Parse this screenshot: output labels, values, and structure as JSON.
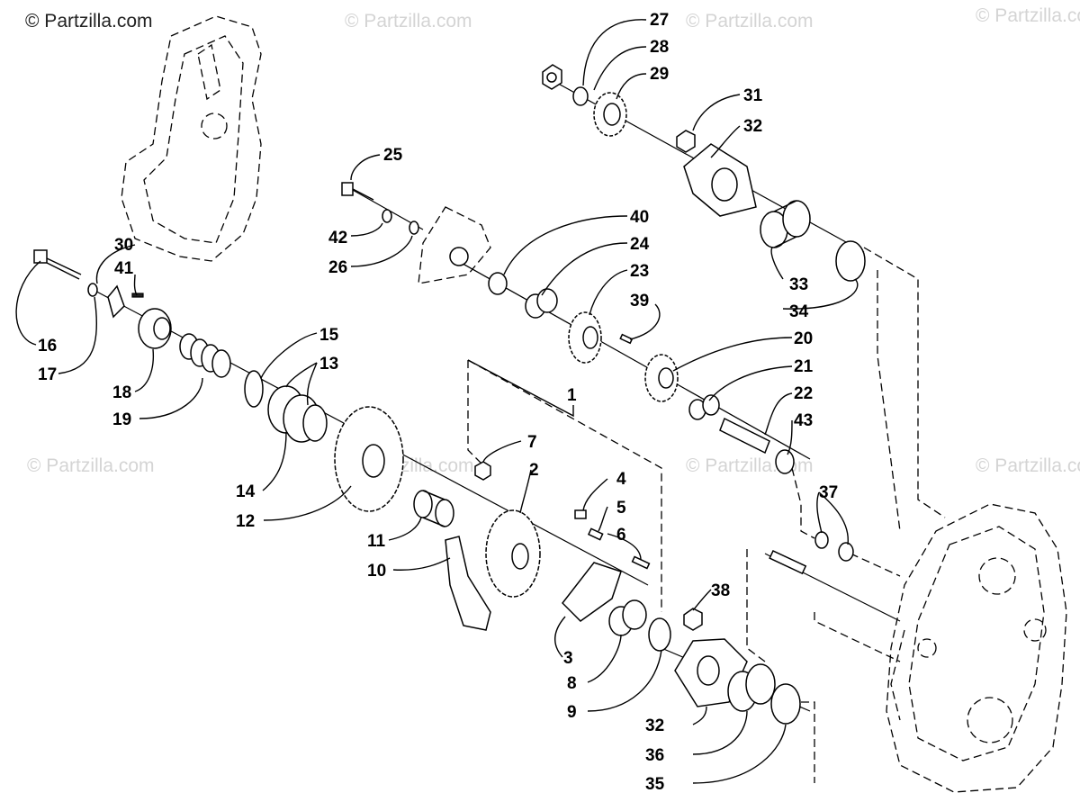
{
  "watermarks": {
    "main": "© Partzilla.com",
    "faded": "© Partzilla.com"
  },
  "callouts": {
    "c1": "1",
    "c2": "2",
    "c3": "3",
    "c4": "4",
    "c5": "5",
    "c6": "6",
    "c7": "7",
    "c8": "8",
    "c9": "9",
    "c10": "10",
    "c11": "11",
    "c12": "12",
    "c13": "13",
    "c14": "14",
    "c15": "15",
    "c16": "16",
    "c17": "17",
    "c18": "18",
    "c19": "19",
    "c20": "20",
    "c21": "21",
    "c22": "22",
    "c23": "23",
    "c24": "24",
    "c25": "25",
    "c26": "26",
    "c27": "27",
    "c28": "28",
    "c29": "29",
    "c30": "30",
    "c31": "31",
    "c32a": "32",
    "c32b": "32",
    "c33": "33",
    "c34": "34",
    "c35": "35",
    "c36": "36",
    "c37": "37",
    "c38": "38",
    "c39": "39",
    "c40": "40",
    "c41": "41",
    "c42": "42",
    "c43": "43"
  }
}
